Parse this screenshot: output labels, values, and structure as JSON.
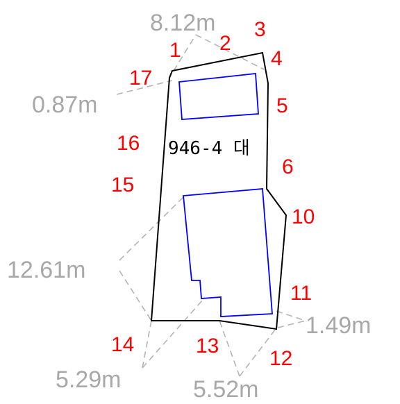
{
  "parcel": {
    "label": "946-4 대"
  },
  "point_labels": [
    "1",
    "2",
    "3",
    "4",
    "5",
    "6",
    "10",
    "11",
    "12",
    "13",
    "14",
    "15",
    "16",
    "17"
  ],
  "distances": {
    "top": "8.12m",
    "left_upper": "0.87m",
    "left_lower": "12.61m",
    "bottom_left": "5.29m",
    "bottom_mid": "5.52m",
    "bottom_right": "1.49m"
  },
  "colors": {
    "parcel_line": "#000000",
    "building_line": "#0000ff",
    "point_label": "#ff0000",
    "distance_label": "#a8a8a8",
    "dimension_line": "#b4b4b4"
  }
}
